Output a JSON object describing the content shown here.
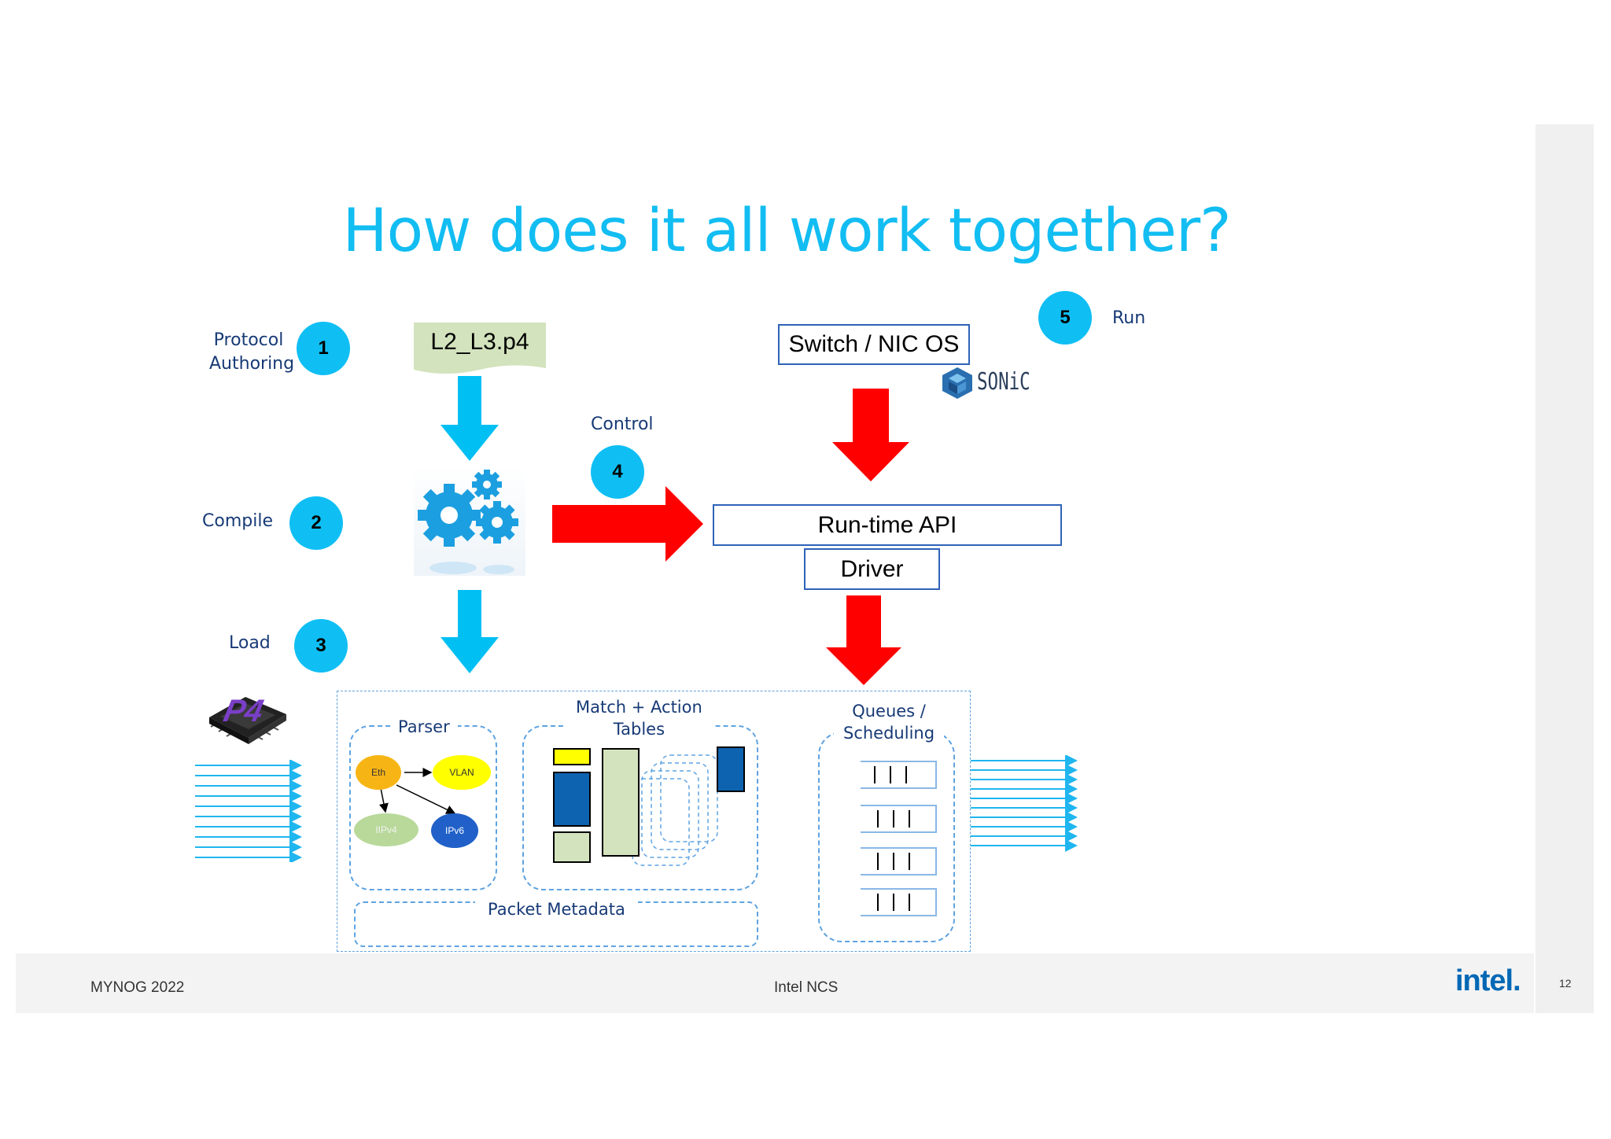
{
  "slide": {
    "title": "How does it all work together?",
    "page_number": "12"
  },
  "steps": [
    {
      "number": "1",
      "label_line1": "Protocol",
      "label_line2": "Authoring"
    },
    {
      "number": "2",
      "label": "Compile"
    },
    {
      "number": "3",
      "label": "Load"
    },
    {
      "number": "4",
      "label": "Control"
    },
    {
      "number": "5",
      "label": "Run"
    }
  ],
  "boxes": {
    "p4_file": "L2_L3.p4",
    "os": "Switch / NIC OS",
    "sonic_logo": "SONiC",
    "runtime_api": "Run-time API",
    "driver": "Driver"
  },
  "pipeline": {
    "parser": "Parser",
    "match_action_line1": "Match + Action",
    "match_action_line2": "Tables",
    "queues_line1": "Queues  /",
    "queues_line2": "Scheduling",
    "metadata": "Packet Metadata",
    "nodes": {
      "eth": "Eth",
      "vlan": "VLAN",
      "ipv4": "IIPv4",
      "ipv6": "IPv6"
    }
  },
  "chip_logo": "P4",
  "footer": {
    "left": "MYNOG 2022",
    "center": "Intel NCS",
    "logo": "intel."
  },
  "colors": {
    "title": "#12bdf2",
    "step_circle": "#0fbff4",
    "blue_arrow": "#00c0f3",
    "red_arrow": "#ff0000",
    "box_border": "#2e63b8",
    "p4_file_bg": "#d3e3bd",
    "intel_blue": "#0068b5"
  },
  "icons": [
    "gears-icon",
    "p4-chip-icon",
    "sonic-logo-icon",
    "intel-logo"
  ]
}
